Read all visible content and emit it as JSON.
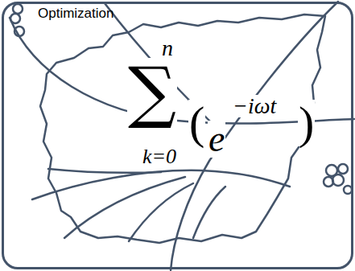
{
  "diagram": {
    "nodes": [
      {
        "text": [
          "Optimization"
        ]
      }
    ],
    "labels": [
      "n",
      "∑",
      "k=0",
      "(",
      "e",
      "−iωt",
      ")"
    ]
  }
}
